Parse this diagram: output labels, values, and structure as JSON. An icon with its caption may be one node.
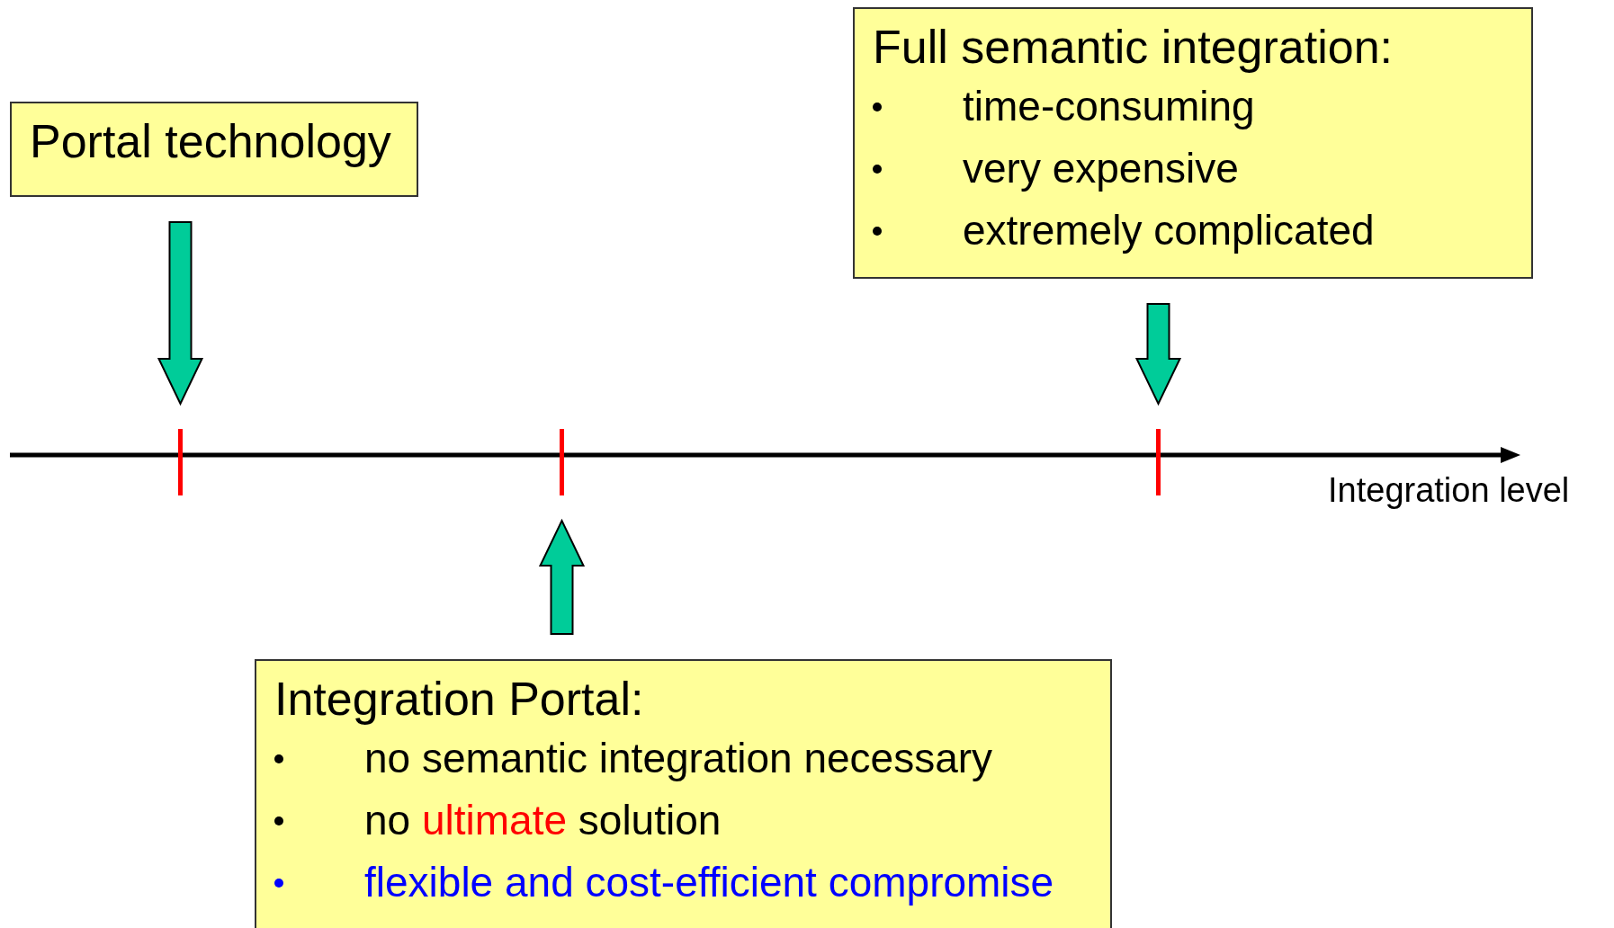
{
  "diagram": {
    "nodes": [
      {
        "text": [
          "Portal technology"
        ]
      },
      {
        "text": [
          "Full semantic integration:",
          "time-consuming",
          "very expensive",
          "extremely complicated"
        ]
      },
      {
        "text": [],
        "shape": "bar"
      },
      {
        "text": [],
        "shape": "bar"
      },
      {
        "text": [],
        "shape": "bar"
      },
      {
        "text": [
          "Integration Portal:",
          "no semantic integration necessary",
          "no *ultimate* solution",
          "flexible and cost-efficient compromise"
        ]
      }
    ],
    "edges": [
      {
        "from": 0,
        "to": 2,
        "arrow": "to"
      },
      {
        "from": 1,
        "to": 4,
        "arrow": "to"
      },
      {
        "from": 5,
        "to": 3,
        "arrow": "to"
      }
    ],
    "labels": [
      "Integration level"
    ]
  }
}
